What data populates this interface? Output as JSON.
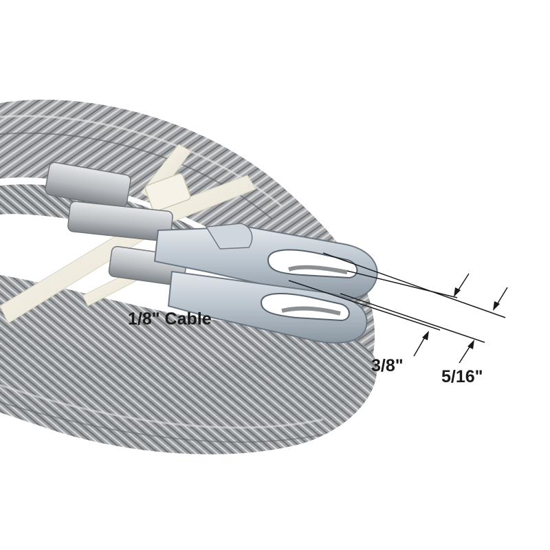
{
  "labels": {
    "cable": "1/8\" Cable",
    "hole_small": "3/8\"",
    "hole_large": "5/16\""
  },
  "colors": {
    "background": "#ffffff",
    "cable_base": "#9a9c9e",
    "cable_light": "#d7d9db",
    "cable_dark": "#5d6063",
    "zinc": "#b9c3cc",
    "zinc_dark": "#7e8a95",
    "zip_tie": "#f1ede1",
    "ink": "#1a1a1a"
  }
}
